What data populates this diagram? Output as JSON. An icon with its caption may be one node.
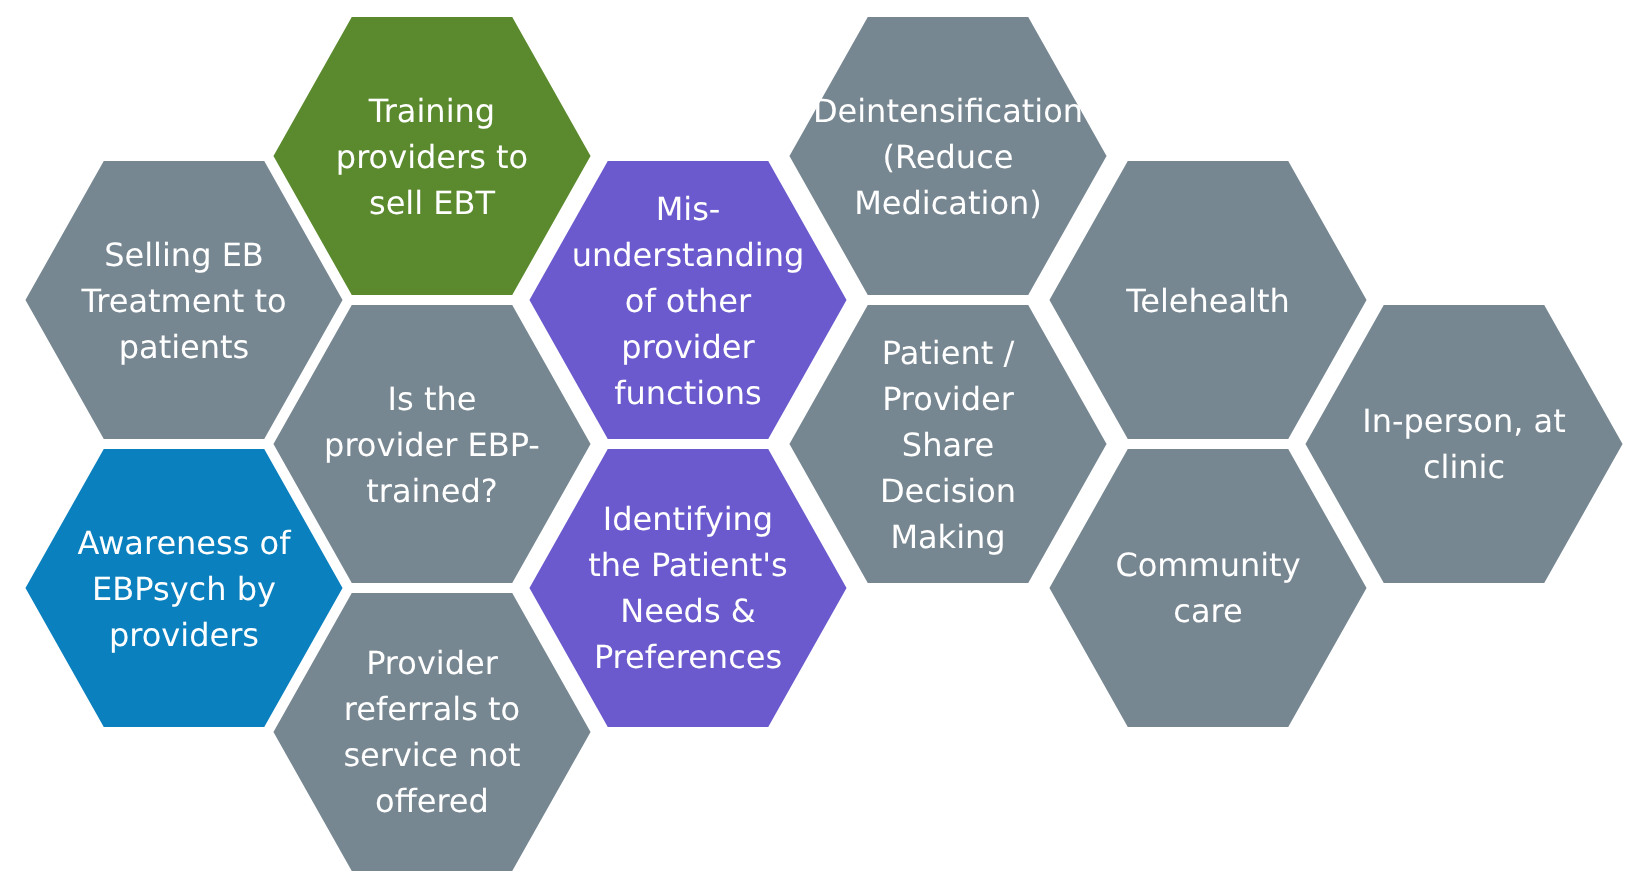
{
  "diagram": {
    "nodes": [
      {
        "text": [
          "Training providers to sell EBT"
        ]
      },
      {
        "text": [
          "Deintensification (Reduce Medication)"
        ]
      },
      {
        "text": [
          "Selling EB Treatment to patients"
        ]
      },
      {
        "text": [
          "Mis-understanding of other provider functions"
        ]
      },
      {
        "text": [
          "Telehealth"
        ]
      },
      {
        "text": [
          "Is the provider EBP-trained?"
        ]
      },
      {
        "text": [
          "Patient / Provider Share Decision Making"
        ]
      },
      {
        "text": [
          "In-person, at clinic"
        ]
      },
      {
        "text": [
          "Awareness of EBPsych by providers"
        ]
      },
      {
        "text": [
          "Identifying the Patient's Needs & Preferences"
        ]
      },
      {
        "text": [
          "Community care"
        ]
      },
      {
        "text": [
          "Provider referrals to service not offered"
        ]
      }
    ]
  }
}
